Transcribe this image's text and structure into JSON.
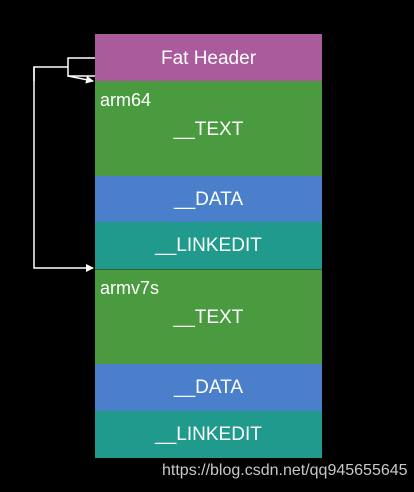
{
  "colors": {
    "background": "#000000",
    "fat_header": "#a95b9c",
    "text_segment": "#4a9a40",
    "data_segment": "#4a7fcb",
    "linkedit_segment": "#1f9a8c",
    "arrow": "#ffffff"
  },
  "fat_header": {
    "label": "Fat Header"
  },
  "slices": [
    {
      "arch": "arm64",
      "segments": {
        "text": "__TEXT",
        "data": "__DATA",
        "linkedit": "__LINKEDIT"
      }
    },
    {
      "arch": "armv7s",
      "segments": {
        "text": "__TEXT",
        "data": "__DATA",
        "linkedit": "__LINKEDIT"
      }
    }
  ],
  "watermark": "https://blog.csdn.net/qq945655645"
}
